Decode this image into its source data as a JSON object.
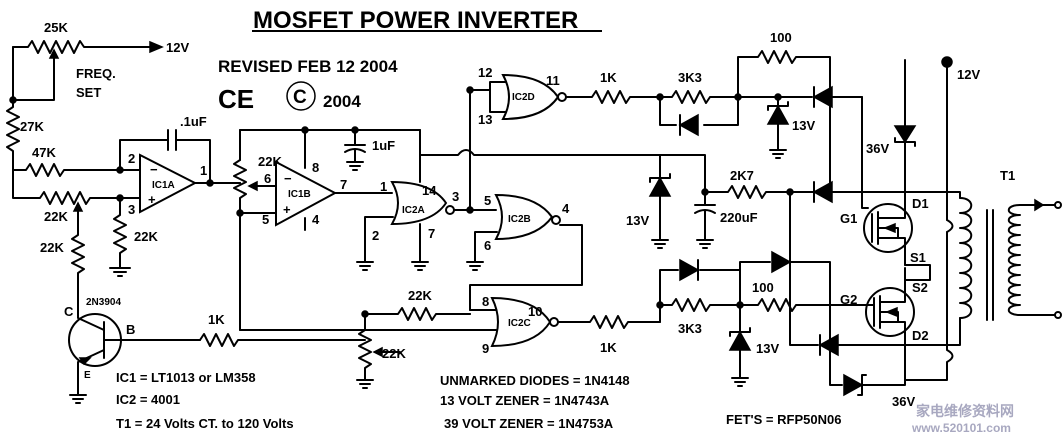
{
  "header": {
    "title": "MOSFET POWER INVERTER",
    "revised": "REVISED FEB 12 2004",
    "ce": "CE",
    "copyright_symbol": "C",
    "copyright_year": "2004"
  },
  "supply": {
    "v12_top": "12V",
    "v12_right": "12V"
  },
  "freq": {
    "line1": "FREQ.",
    "line2": "SET"
  },
  "components": {
    "r25k": "25K",
    "r27k": "27K",
    "r47k": "47K",
    "r22k_pot_left": "22K",
    "r22k_left": "22K",
    "r22k_div": "22K",
    "r22k_ic1b": "22K",
    "r22k_mid": "22K",
    "r22k_pot_bottom": "22K",
    "c1a": ".1uF",
    "c_ic1b": "1uF",
    "r1k_base": "1K",
    "r1k_top": "1K",
    "r1k_bot": "1K",
    "r3k3_top": "3K3",
    "r3k3_bot": "3K3",
    "r100_top": "100",
    "r100_bot": "100",
    "r2k7": "2K7",
    "c220": "220uF",
    "z13_mid": "13V",
    "z13_top": "13V",
    "z13_bot": "13V",
    "z36_top": "36V",
    "z36_bot": "36V",
    "t1": "T1",
    "q": "2N3904",
    "q_c": "C",
    "q_b": "B",
    "q_e": "E"
  },
  "ics": {
    "ic1a": "IC1A",
    "ic1b": "IC1B",
    "ic2a": "IC2A",
    "ic2b": "IC2B",
    "ic2c": "IC2C",
    "ic2d": "IC2D"
  },
  "pins": {
    "ic1a_in_minus": "2",
    "ic1a_in_plus": "3",
    "ic1a_out": "1",
    "ic1b_in_minus": "6",
    "ic1b_in_plus": "5",
    "ic1b_out": "7",
    "ic1b_vcc": "8",
    "ic1b_gnd": "4",
    "ic2a_in1": "1",
    "ic2a_in2": "2",
    "ic2a_vdd": "14",
    "ic2a_vss": "7",
    "ic2a_out": "3",
    "ic2b_in1": "5",
    "ic2b_in2": "6",
    "ic2b_out": "4",
    "ic2c_in1": "8",
    "ic2c_in2": "9",
    "ic2c_out": "10",
    "ic2d_in1": "12",
    "ic2d_in2": "13",
    "ic2d_out": "11"
  },
  "fets": {
    "g1": "G1",
    "d1": "D1",
    "s1": "S1",
    "g2": "G2",
    "s2": "S2",
    "d2": "D2"
  },
  "notes": {
    "ic1": "IC1 = LT1013 or LM358",
    "ic2": "IC2 = 4001",
    "t1": "T1 = 24 Volts CT. to 120 Volts",
    "diodes": "UNMARKED DIODES = 1N4148",
    "z13": "13 VOLT ZENER = 1N4743A",
    "z39": "39 VOLT ZENER = 1N4753A",
    "fets": "FET'S = RFP50N06"
  },
  "watermark": {
    "line1": "家电维修资料网",
    "line2": "www.520101.com"
  }
}
